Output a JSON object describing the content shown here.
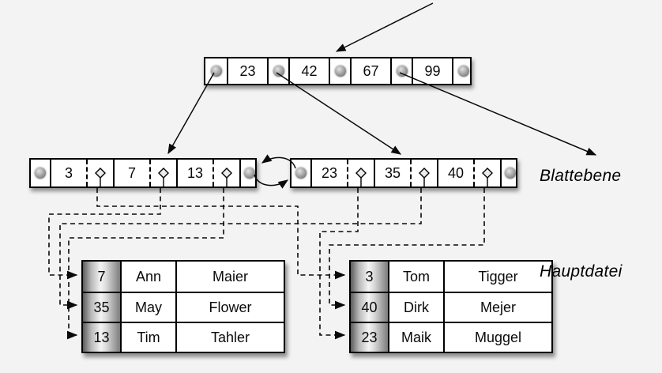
{
  "diagram": {
    "type": "b-plus-tree-index",
    "root_node": {
      "keys": [
        "23",
        "42",
        "67",
        "99"
      ]
    },
    "leaf_level": {
      "label": "Blattebene",
      "nodes": [
        {
          "keys": [
            "3",
            "7",
            "13"
          ]
        },
        {
          "keys": [
            "23",
            "35",
            "40"
          ]
        }
      ]
    },
    "main_file": {
      "label": "Hauptdatei",
      "tables": [
        {
          "rows": [
            [
              "7",
              "Ann",
              "Maier"
            ],
            [
              "35",
              "May",
              "Flower"
            ],
            [
              "13",
              "Tim",
              "Tahler"
            ]
          ]
        },
        {
          "rows": [
            [
              "3",
              "Tom",
              "Tigger"
            ],
            [
              "40",
              "Dirk",
              "Mejer"
            ],
            [
              "23",
              "Maik",
              "Muggel"
            ]
          ]
        }
      ]
    },
    "icons": {
      "node_pointer": "pointer-circle-icon",
      "record_pointer": "diamond-icon",
      "sibling_link": "curved-double-arrow-icon"
    },
    "colors": {
      "background": "#f3f3f3",
      "line": "#0a0a0a",
      "node_fill": "#ffffff",
      "key_column_shade_dark": "#5c5c5c",
      "key_column_shade_light": "#f4f4f4"
    }
  }
}
